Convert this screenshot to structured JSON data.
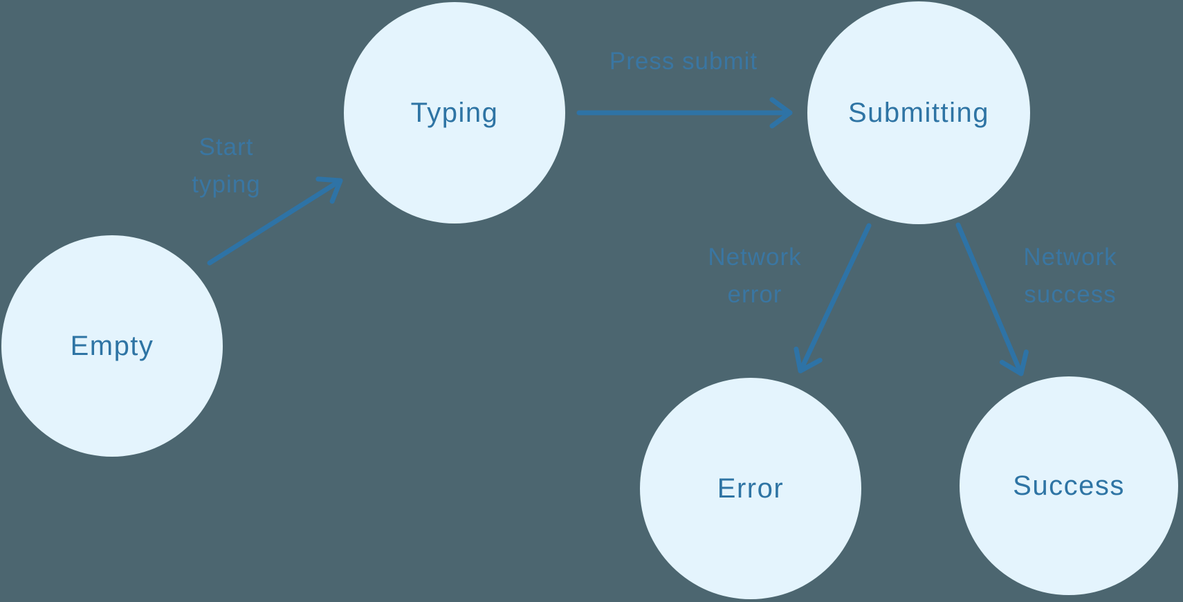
{
  "diagram": {
    "type": "state-machine",
    "colors": {
      "background": "#4C6670",
      "node-fill": "#E4F4FD",
      "node-text": "#2E74A4",
      "arrow": "#2E73A6",
      "edge-label": "#3A76A2"
    },
    "nodes": [
      {
        "id": "empty",
        "label": "Empty"
      },
      {
        "id": "typing",
        "label": "Typing"
      },
      {
        "id": "submitting",
        "label": "Submitting"
      },
      {
        "id": "error",
        "label": "Error"
      },
      {
        "id": "success",
        "label": "Success"
      }
    ],
    "edges": [
      {
        "from": "Empty",
        "to": "Typing",
        "label": "Start typing"
      },
      {
        "from": "Typing",
        "to": "Submitting",
        "label": "Press submit"
      },
      {
        "from": "Submitting",
        "to": "Error",
        "label": "Network error"
      },
      {
        "from": "Submitting",
        "to": "Success",
        "label": "Network success"
      }
    ]
  }
}
